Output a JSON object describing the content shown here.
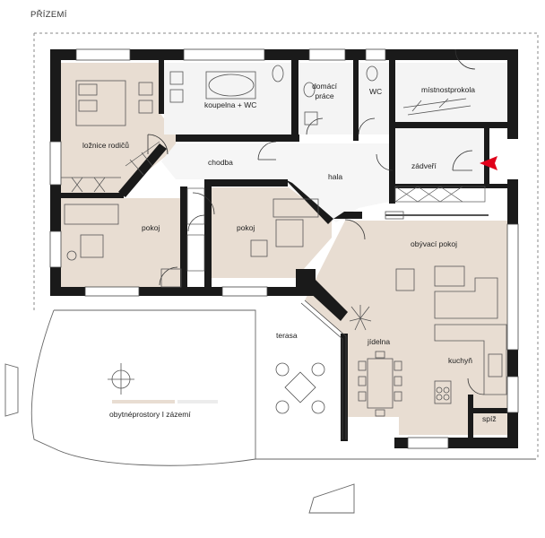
{
  "title": "PŘÍZEMÍ",
  "rooms": {
    "loznice": "ložnice rodičů",
    "koupelna": "koupelna + WC",
    "domaci_1": "domácí",
    "domaci_2": "práce",
    "wc": "WC",
    "mistnost": "místnostprokola",
    "chodba": "chodba",
    "hala": "hala",
    "zadveri": "zádveří",
    "pokoj_left": "pokoj",
    "pokoj_mid": "pokoj",
    "obyvaci": "obývací pokoj",
    "terasa": "terasa",
    "jidelna": "jídelna",
    "kuchyn": "kuchyň",
    "spiz": "spíž"
  },
  "legend": {
    "text": "obytnéprostory I zázemí"
  },
  "colors": {
    "living": "#e8ddd2",
    "service": "#f4f4f4",
    "wall": "#1a1a1a",
    "entrance_arrow": "#e0001a",
    "furniture": "#555555"
  }
}
